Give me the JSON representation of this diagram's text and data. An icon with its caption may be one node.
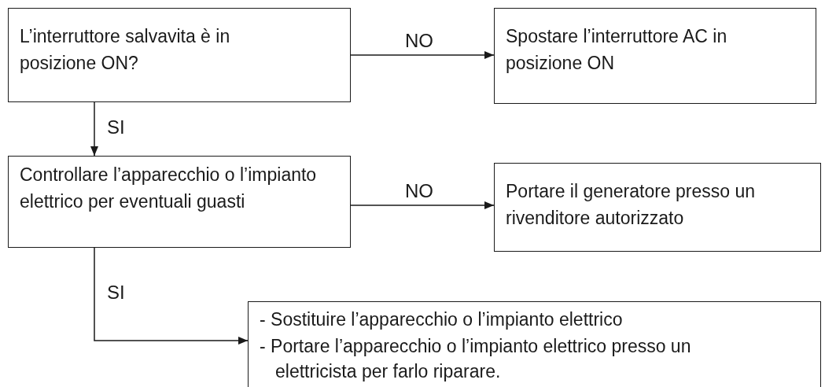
{
  "diagram": {
    "nodes": [
      {
        "text": [
          "L’interruttore salvavita è in posizione ON?"
        ]
      },
      {
        "text": [
          "Spostare l’interruttore AC in posizione ON"
        ]
      },
      {
        "text": [
          "Controllare l’apparecchio o l’impianto elettrico per eventuali guasti"
        ]
      },
      {
        "text": [
          "Portare il generatore presso un rivenditore autorizzato"
        ]
      },
      {
        "text": [
          "- Sostituire l’apparecchio o l’impianto elettrico",
          "- Portare l’apparecchio o l’impianto elettrico presso un elettricista per farlo riparare."
        ]
      }
    ],
    "edges": [
      {
        "from": 0,
        "to": 1,
        "arrow": "to",
        "label": "NO"
      },
      {
        "from": 0,
        "to": 2,
        "arrow": "to",
        "label": "SI"
      },
      {
        "from": 2,
        "to": 3,
        "arrow": "to",
        "label": "NO"
      },
      {
        "from": 2,
        "to": 4,
        "arrow": "to",
        "label": "SI"
      }
    ]
  }
}
